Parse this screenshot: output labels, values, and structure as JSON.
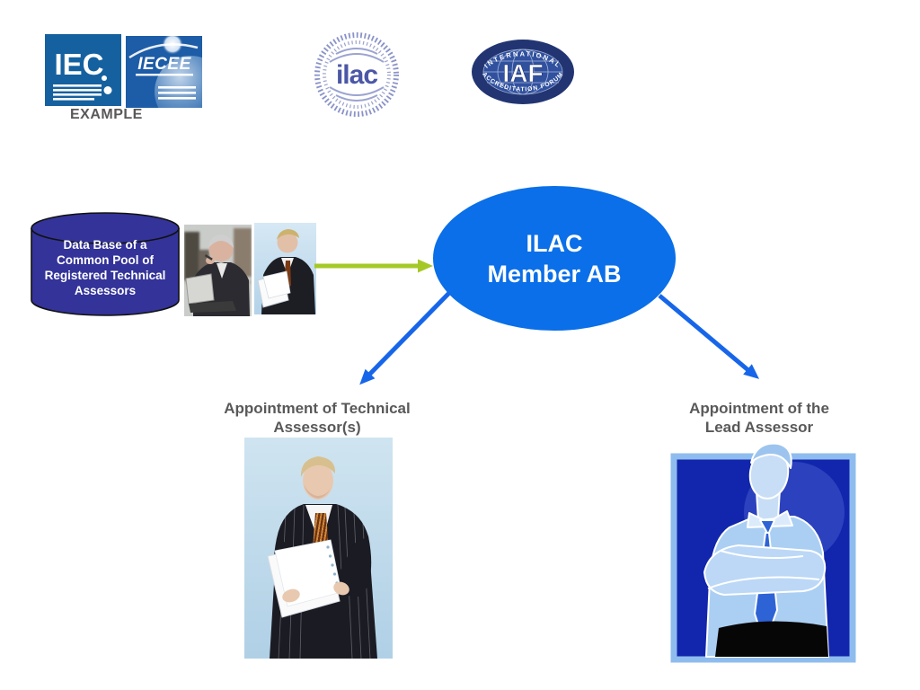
{
  "slide": {
    "example_label": "EXAMPLE",
    "logos": {
      "iec_text": "IEC",
      "iecee_text": "IECEE",
      "ilac_text": "ilac",
      "iaf_arc_top": "INTERNATIONAL",
      "iaf_text": "IAF",
      "iaf_arc_bottom": "ACCREDITATION FORUM"
    },
    "database": {
      "line1": "Data Base of a",
      "line2": "Common Pool of",
      "line3": "Registered Technical",
      "line4": "Assessors"
    },
    "hub": {
      "line1": "ILAC",
      "line2": "Member AB"
    },
    "technical_label": {
      "line1": "Appointment of Technical",
      "line2": "Assessor(s)"
    },
    "lead_label": {
      "line1": "Appointment of the",
      "line2": "Lead Assessor"
    },
    "colors": {
      "hub_blue": "#0a6fe8",
      "arrow_blue": "#1766e9",
      "arrow_green": "#a5c827",
      "cylinder_indigo": "#333399",
      "label_gray": "#595959",
      "logo_blue": "#15619f"
    }
  }
}
